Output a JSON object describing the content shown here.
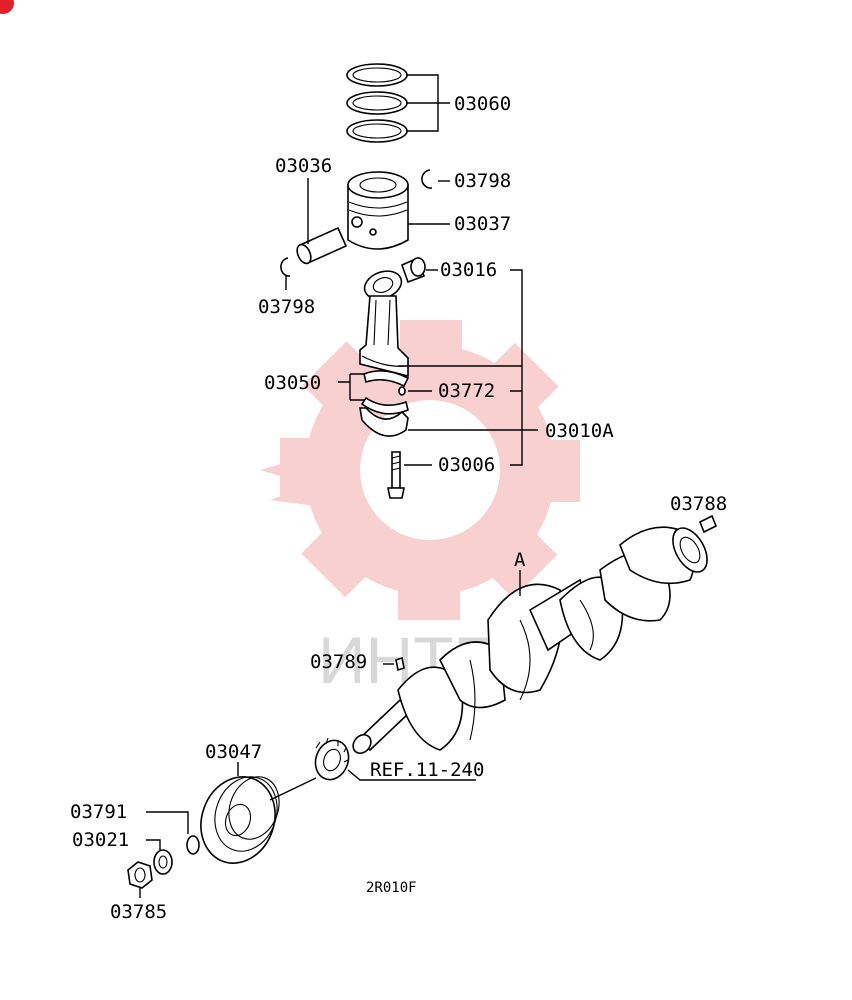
{
  "diagram": {
    "labels": {
      "p03060": "03060",
      "p03036": "03036",
      "p03798_top": "03798",
      "p03037": "03037",
      "p03798_left": "03798",
      "p03016": "03016",
      "p03050": "03050",
      "p03772": "03772",
      "p03010a": "03010A",
      "p03006": "03006",
      "p03788": "03788",
      "pA": "A",
      "p03789": "03789",
      "p03047": "03047",
      "ref": "REF.11-240",
      "p03791": "03791",
      "p03021": "03021",
      "p03785": "03785",
      "code": "2R010F"
    },
    "watermark": "ИНТЕ",
    "colors": {
      "watermark": "#f3b3b3",
      "badge": "#e2202b",
      "line": "#000000"
    }
  }
}
